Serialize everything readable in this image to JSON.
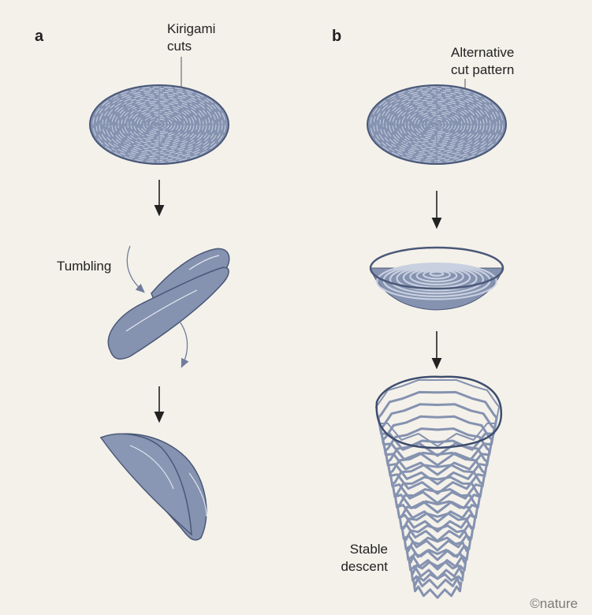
{
  "panels": {
    "a": "a",
    "b": "b"
  },
  "labels": {
    "kirigami_line1": "Kirigami",
    "kirigami_line2": "cuts",
    "alternative_line1": "Alternative",
    "alternative_line2": "cut pattern",
    "tumbling": "Tumbling",
    "stable_line1": "Stable",
    "stable_line2": "descent"
  },
  "credit": "©nature",
  "colors": {
    "background": "#f4f1ea",
    "fill": "#8592b0",
    "light": "#c9d0e0",
    "outline": "#4a5878",
    "arrow": "#222222"
  }
}
